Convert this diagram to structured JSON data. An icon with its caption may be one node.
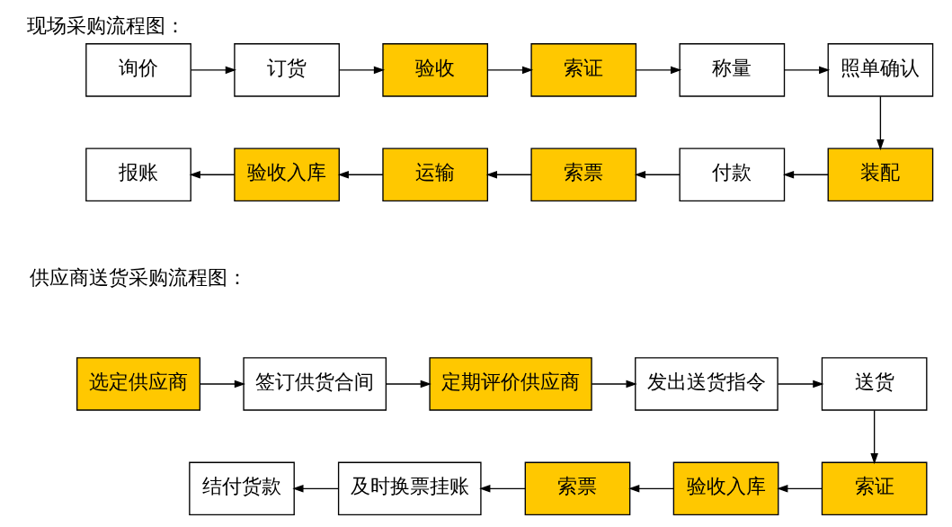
{
  "diagram": {
    "title": "现场采购流程图：",
    "nodes": [
      {
        "text": [
          "询价"
        ]
      },
      {
        "text": [
          "订货"
        ]
      },
      {
        "text": [
          "验收"
        ]
      },
      {
        "text": [
          "索证"
        ]
      },
      {
        "text": [
          "称量"
        ]
      },
      {
        "text": [
          "照单确认"
        ]
      },
      {
        "text": [
          "装配"
        ]
      },
      {
        "text": [
          "付款"
        ]
      },
      {
        "text": [
          "索票"
        ]
      },
      {
        "text": [
          "运输"
        ]
      },
      {
        "text": [
          "验收入库"
        ]
      },
      {
        "text": [
          "报账"
        ]
      },
      {
        "text": [
          "选定供应商"
        ]
      },
      {
        "text": [
          "签订供货合间"
        ]
      },
      {
        "text": [
          "定期评价供应商"
        ]
      },
      {
        "text": [
          "发出送货指令"
        ]
      },
      {
        "text": [
          "送货"
        ]
      },
      {
        "text": [
          "索证"
        ]
      },
      {
        "text": [
          "验收入库"
        ]
      },
      {
        "text": [
          "索票"
        ]
      },
      {
        "text": [
          "及时换票挂账"
        ]
      },
      {
        "text": [
          "结付货款"
        ]
      }
    ],
    "edges": [
      {
        "from": 0,
        "to": 1,
        "arrow": "to"
      },
      {
        "from": 1,
        "to": 2,
        "arrow": "to"
      },
      {
        "from": 2,
        "to": 3,
        "arrow": "to"
      },
      {
        "from": 3,
        "to": 4,
        "arrow": "to"
      },
      {
        "from": 4,
        "to": 5,
        "arrow": "to"
      },
      {
        "from": 5,
        "to": 6,
        "arrow": "to"
      },
      {
        "from": 6,
        "to": 7,
        "arrow": "to"
      },
      {
        "from": 7,
        "to": 8,
        "arrow": "to"
      },
      {
        "from": 8,
        "to": 9,
        "arrow": "to"
      },
      {
        "from": 9,
        "to": 10,
        "arrow": "to"
      },
      {
        "from": 10,
        "to": 11,
        "arrow": "to"
      },
      {
        "from": 12,
        "to": 13,
        "arrow": "to"
      },
      {
        "from": 13,
        "to": 14,
        "arrow": "to"
      },
      {
        "from": 14,
        "to": 15,
        "arrow": "to"
      },
      {
        "from": 15,
        "to": 16,
        "arrow": "to"
      },
      {
        "from": 16,
        "to": 17,
        "arrow": "to"
      },
      {
        "from": 17,
        "to": 18,
        "arrow": "to"
      },
      {
        "from": 18,
        "to": 19,
        "arrow": "to"
      },
      {
        "from": 19,
        "to": 20,
        "arrow": "to"
      },
      {
        "from": 20,
        "to": 21,
        "arrow": "to"
      }
    ],
    "labels": [
      "供应商送货采购流程图："
    ]
  }
}
